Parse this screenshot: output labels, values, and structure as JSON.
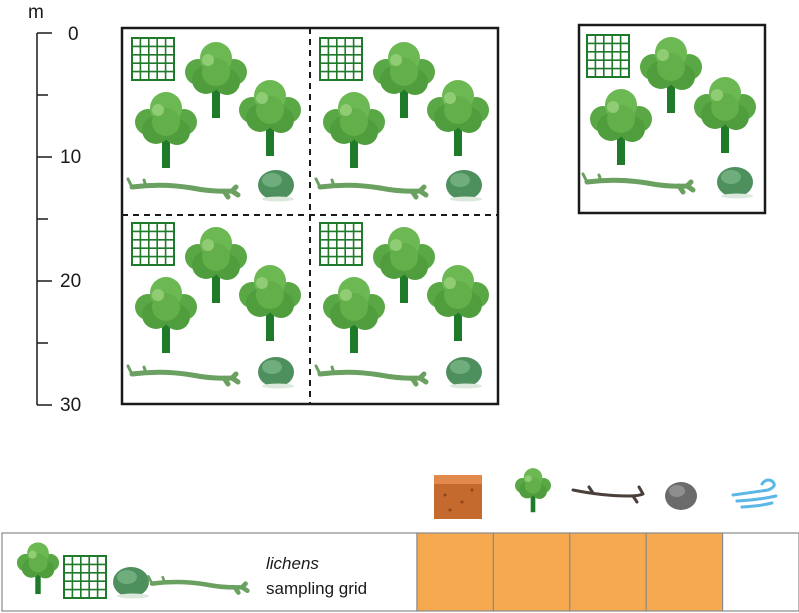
{
  "scale": {
    "unit": "m",
    "ticks": [
      "0",
      "10",
      "20",
      "30"
    ]
  },
  "legend": {
    "organism": "lichens",
    "tool": "sampling grid"
  },
  "factor_icons": [
    "soil-icon",
    "tree-icon",
    "branch-icon",
    "rock-icon",
    "wind-icon"
  ],
  "colors": {
    "tree": "#5aa845",
    "trunk": "#1f7a2a",
    "grid": "#1f7a2a",
    "log": "#6aa060",
    "rock": "#4e8f5e",
    "soil": "#b9612b",
    "cell_fill": "#f6a94f",
    "wind": "#5ab7e6"
  },
  "table": {
    "cells": [
      {
        "filled": true
      },
      {
        "filled": true
      },
      {
        "filled": true
      },
      {
        "filled": true
      },
      {
        "filled": false
      }
    ]
  }
}
